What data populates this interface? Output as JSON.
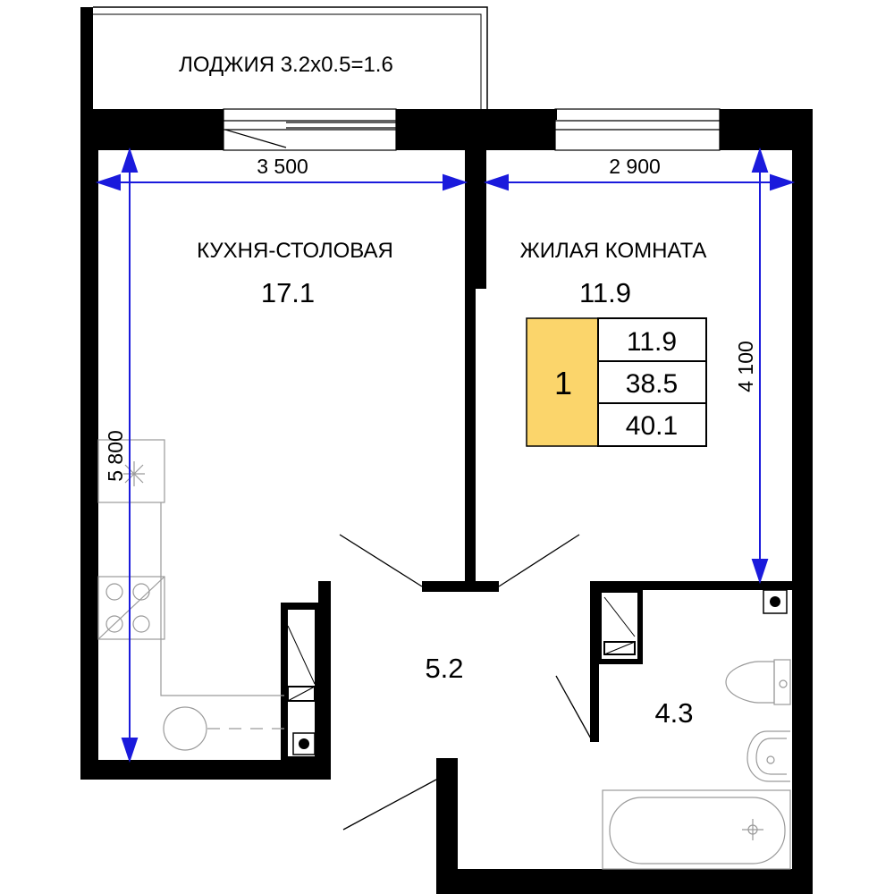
{
  "rooms": {
    "loggia": {
      "label": "ЛОДЖИЯ 3.2x0.5=1.6"
    },
    "kitchen": {
      "label": "КУХНЯ-СТОЛОВАЯ",
      "area": "17.1"
    },
    "living": {
      "label": "ЖИЛАЯ КОМНАТА",
      "area": "11.9"
    },
    "hall": {
      "area": "5.2"
    },
    "bathroom": {
      "area": "4.3"
    }
  },
  "dimensions": {
    "kitchen_width": "3 500",
    "living_width": "2 900",
    "kitchen_depth": "5 800",
    "living_depth": "4 100"
  },
  "summary": {
    "rooms_count": "1",
    "living_area": "11.9",
    "total_area": "38.5",
    "total_with_loggia": "40.1"
  },
  "colors": {
    "wall": "#000000",
    "dimension_line": "#1a1adc",
    "room_count_fill": "#fbd56b",
    "fixture": "#9a9a9a"
  }
}
